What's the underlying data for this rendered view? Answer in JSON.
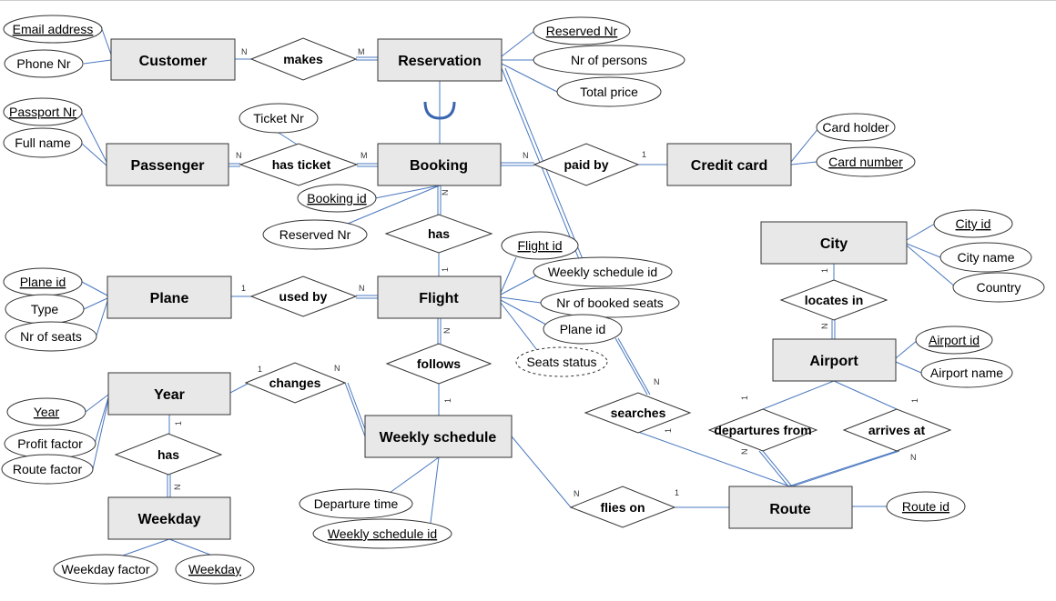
{
  "entities": {
    "customer": "Customer",
    "reservation": "Reservation",
    "passenger": "Passenger",
    "booking": "Booking",
    "credit_card": "Credit card",
    "city": "City",
    "plane": "Plane",
    "flight": "Flight",
    "airport": "Airport",
    "year": "Year",
    "weekly_schedule": "Weekly schedule",
    "weekday": "Weekday",
    "route": "Route"
  },
  "relationships": {
    "makes": "makes",
    "has_ticket": "has ticket",
    "paid_by": "paid by",
    "has_booking_flight": "has",
    "locates_in": "locates in",
    "used_by": "used by",
    "follows": "follows",
    "changes": "changes",
    "has_year_weekday": "has",
    "searches": "searches",
    "departures_from": "departures from",
    "arrives_at": "arrives at",
    "flies_on": "flies on"
  },
  "attributes": {
    "customer_email": "Email address",
    "customer_phone": "Phone Nr",
    "reservation_reserved_nr": "Reserved Nr",
    "reservation_nr_persons": "Nr of persons",
    "reservation_total_price": "Total price",
    "passenger_passport": "Passport Nr",
    "passenger_full_name": "Full name",
    "ticket_nr": "Ticket Nr",
    "booking_id": "Booking id",
    "booking_reserved_nr": "Reserved Nr",
    "card_holder": "Card holder",
    "card_number": "Card number",
    "city_id": "City id",
    "city_name": "City name",
    "city_country": "Country",
    "flight_id": "Flight id",
    "flight_weekly_schedule_id": "Weekly schedule id",
    "flight_booked_seats": "Nr of booked seats",
    "flight_plane_id": "Plane id",
    "flight_seats_status": "Seats status",
    "plane_id": "Plane id",
    "plane_type": "Type",
    "plane_seats": "Nr of seats",
    "airport_id": "Airport id",
    "airport_name": "Airport name",
    "year_year": "Year",
    "year_profit": "Profit factor",
    "year_route": "Route factor",
    "ws_departure": "Departure time",
    "ws_id": "Weekly schedule id",
    "weekday_factor": "Weekday factor",
    "weekday_weekday": "Weekday",
    "route_id": "Route id"
  },
  "cardinalities": {
    "customer_makes": "N",
    "reservation_makes": "M",
    "passenger_ticket": "N",
    "booking_ticket": "M",
    "booking_paid": "N",
    "card_paid": "1",
    "booking_has": "N",
    "flight_has": "1",
    "city_locates": "1",
    "airport_locates": "N",
    "plane_used": "1",
    "flight_used": "N",
    "flight_follows": "N",
    "ws_follows": "1",
    "year_changes": "1",
    "ws_changes": "N",
    "year_has": "1",
    "weekday_has": "N",
    "flight_searches": "N",
    "route_searches": "1",
    "airport_departs": "1",
    "route_departs": "N",
    "airport_arrives": "1",
    "route_arrives": "N",
    "ws_flies": "N",
    "route_flies": "1"
  }
}
